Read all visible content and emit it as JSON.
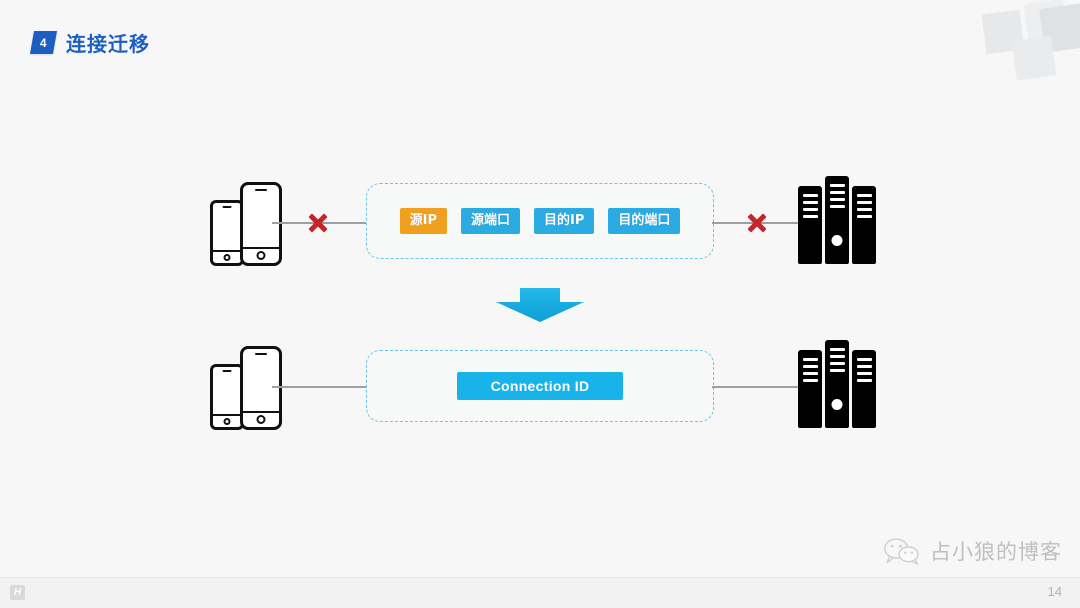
{
  "header": {
    "badge_number": "4",
    "title": "连接迁移",
    "accent_color": "#1c5fc0"
  },
  "diagram": {
    "rows": [
      {
        "id": "before",
        "client_label": "mobile-phones",
        "server_label": "server-rack",
        "connection_blocked": true,
        "tags": [
          {
            "label": "源IP",
            "color": "#f0a01e",
            "style": "orange"
          },
          {
            "label": "源端口",
            "color": "#2aabe2",
            "style": "cyan"
          },
          {
            "label": "目的IP",
            "color": "#2aabe2",
            "style": "cyan"
          },
          {
            "label": "目的端口",
            "color": "#2aabe2",
            "style": "cyan"
          }
        ]
      },
      {
        "id": "after",
        "client_label": "mobile-phones",
        "server_label": "server-rack",
        "connection_blocked": false,
        "tags": [
          {
            "label": "Connection ID",
            "color": "#18b4e9",
            "style": "wide"
          }
        ]
      }
    ],
    "transition_arrow": {
      "direction": "down",
      "color": "#1cb0e0"
    },
    "box_border_color": "#67c7e8",
    "line_color": "#9aa0a6",
    "x_mark_color": "#c4262b"
  },
  "watermark": {
    "text": "占小狼的博客",
    "icon": "wechat-icon"
  },
  "footer": {
    "icon": "app-badge-icon",
    "icon_glyph": "H",
    "page_number": "14"
  }
}
